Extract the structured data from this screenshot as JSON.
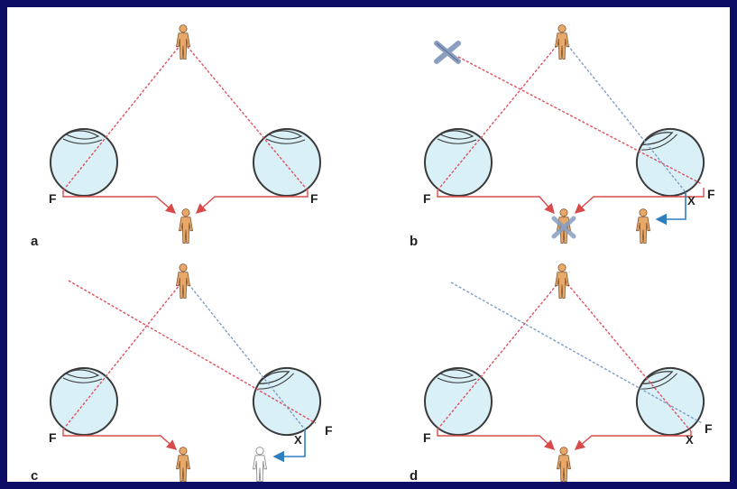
{
  "colors": {
    "frame": "#0d0d66",
    "red_ray": "#e05060",
    "blue_ray": "#7f9fc8",
    "eye_fill": "#d9f0f7",
    "eye_stroke": "#3a3a3a",
    "figure_fill": "#e8a86a",
    "figure_ghost": "#ffffff",
    "blue_arrow": "#2f7fbf",
    "red_arrow": "#d94a4a"
  },
  "panels": [
    {
      "id": "a",
      "label": "a",
      "left_eye_label": "F",
      "right_eye_label": "F",
      "right_extra_label": ""
    },
    {
      "id": "b",
      "label": "b",
      "left_eye_label": "F",
      "right_eye_label": "F",
      "right_extra_label": "X"
    },
    {
      "id": "c",
      "label": "c",
      "left_eye_label": "F",
      "right_eye_label": "F",
      "right_extra_label": "X"
    },
    {
      "id": "d",
      "label": "d",
      "left_eye_label": "F",
      "right_eye_label": "F",
      "right_extra_label": "X"
    }
  ],
  "icons": {
    "person": "standing-person-icon",
    "cross": "cross-mark-icon",
    "eye": "eyeball-icon"
  }
}
